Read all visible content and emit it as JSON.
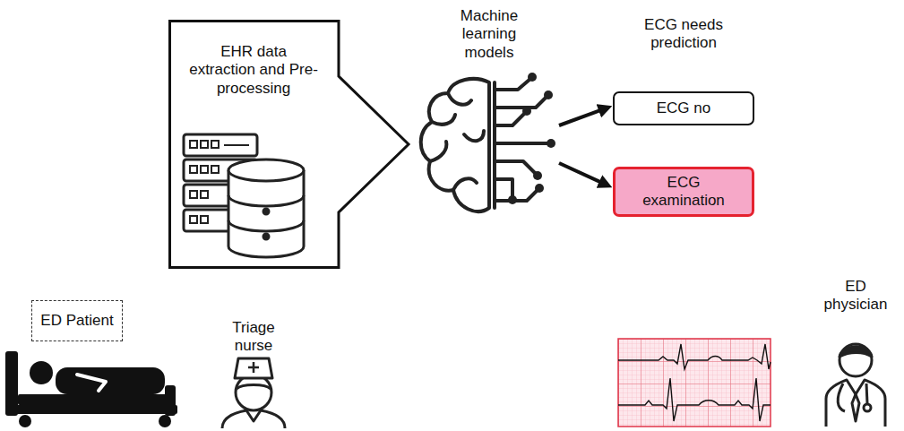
{
  "diagram": {
    "nodes": [
      {
        "text": [
          "EHR data extraction and Pre-processing"
        ]
      },
      {
        "text": [
          "Machine learning models"
        ]
      },
      {
        "text": [
          "ECG no"
        ]
      },
      {
        "text": [
          "ECG examination"
        ]
      },
      {
        "text": [
          "ED Patient"
        ]
      }
    ],
    "edges": [
      {
        "from": 1,
        "to": 2,
        "arrow": "to"
      },
      {
        "from": 1,
        "to": 3,
        "arrow": "to"
      }
    ],
    "labels": [
      "ECG needs prediction",
      "Triage nurse",
      "ED physician"
    ]
  }
}
